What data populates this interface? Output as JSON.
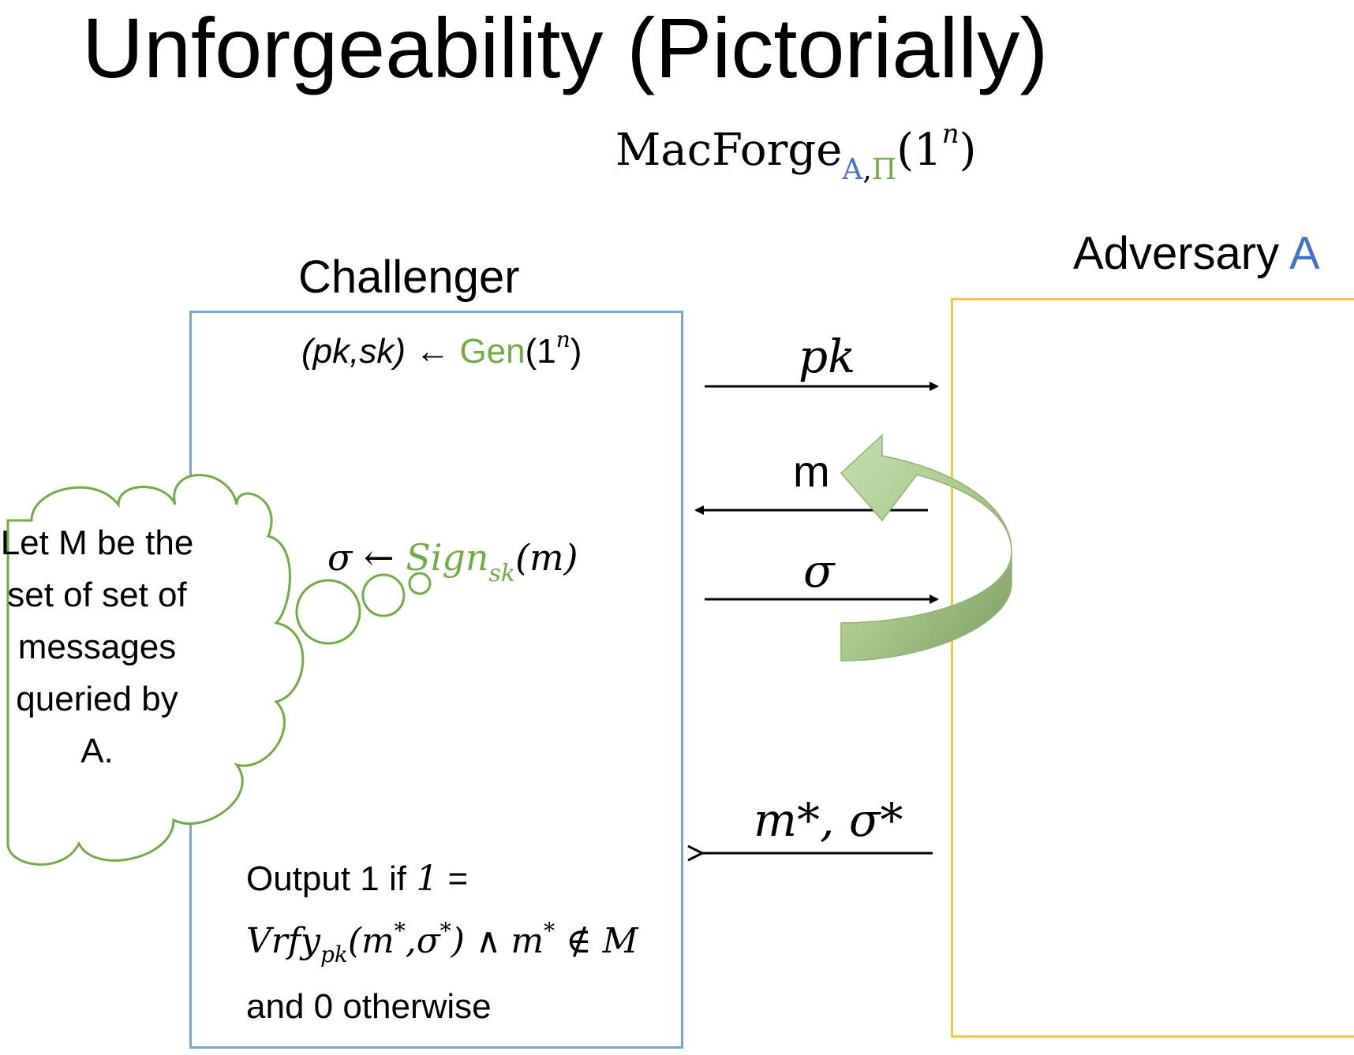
{
  "slide": {
    "title": "Unforgeability (Pictorially)",
    "game": {
      "name": "MacForge",
      "sub_a": "A",
      "sub_sep": ",",
      "sub_pi": "Π",
      "arg_open": "(1",
      "arg_exp": "n",
      "arg_close": ")"
    }
  },
  "challenger": {
    "label": "Challenger",
    "keygen": {
      "lhs": "(pk,sk)",
      "arrow": " ← ",
      "gen": "Gen",
      "arg_open": "(1",
      "arg_exp": "n",
      "arg_close": ")"
    },
    "sign": {
      "lhs": "σ",
      "arrow": " ← ",
      "fn": "Sign",
      "fn_sub": "sk",
      "arg": "(m)"
    },
    "output": {
      "part1": "Output 1 if ",
      "one": "1",
      "eq": "  = ",
      "vrfy": "Vrfy",
      "vrfy_sub": "pk",
      "vrfy_args": "(m",
      "star1": "*",
      "comma": ",σ",
      "star2": "*",
      "close_and": ") ∧",
      "mstar": "m",
      "star3": "*",
      "notin": " ∉ M",
      "tail": " and 0 otherwise"
    }
  },
  "adversary": {
    "label": "Adversary ",
    "label_a": "A"
  },
  "messages": {
    "pk": "pk",
    "m": "m",
    "sigma": "σ",
    "final": "m*, σ*"
  },
  "thought": {
    "text": "Let M be the set of set of messages queried by A."
  },
  "colors": {
    "challenger_border": "#7aa3d4",
    "adversary_border": "#f2c744",
    "accent_blue": "#4472c4",
    "accent_green": "#70ad47"
  }
}
